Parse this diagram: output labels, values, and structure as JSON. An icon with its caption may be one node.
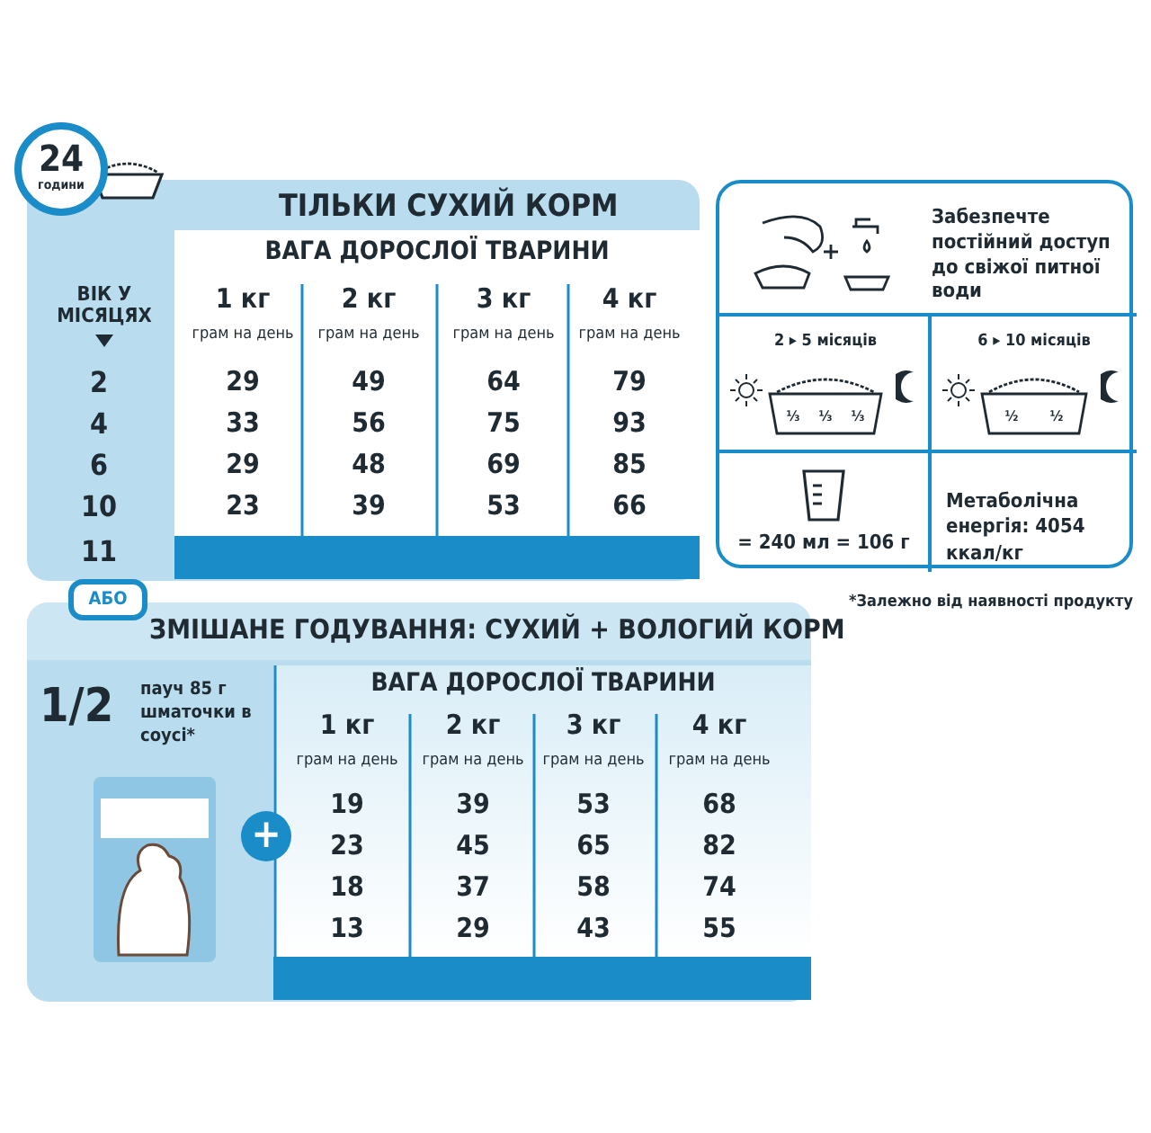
{
  "diagram": {
    "nodes": [
      {
        "text": [
          "24",
          "години"
        ]
      },
      {
        "text": [
          "ТІЛЬКИ СУХИЙ КОРМ"
        ]
      },
      {
        "text": [],
        "shape": "bar",
        "in": 1
      },
      {
        "text": [],
        "shape": "box"
      },
      {
        "text": [
          "Забезпечте постійний доступ до свіжої питної води"
        ],
        "in": 3
      },
      {
        "text": [
          "2 ▸ 5 місяців",
          "⅓",
          "⅓",
          "⅓"
        ],
        "in": 3
      },
      {
        "text": [
          "6 ▸ 10 місяців",
          "½",
          "½"
        ],
        "in": 3
      },
      {
        "text": [
          "= 240 мл = 106 г"
        ],
        "in": 3
      },
      {
        "text": [
          "Метаболічна енергія: 4054 ккал/кг"
        ],
        "in": 3
      },
      {
        "text": [
          "АБО"
        ]
      },
      {
        "text": [
          "ЗМІШАНЕ ГОДУВАННЯ: СУХИЙ + ВОЛОГИЙ КОРМ"
        ]
      },
      {
        "text": [
          "1/2",
          "пауч 85 г шматочки в соусі*"
        ],
        "in": 10
      },
      {
        "text": [],
        "shape": "picture",
        "in": 10
      },
      {
        "text": [
          "+"
        ],
        "in": 10
      },
      {
        "text": [],
        "shape": "bar",
        "in": 10
      }
    ],
    "labels": [
      "ВАГА ДОРОСЛОЇ ТВАРИНИ",
      "ВІК У МІСЯЦЯХ",
      "1 кг",
      "2 кг",
      "3 кг",
      "4 кг",
      "грам на день",
      "грам на день",
      "грам на день",
      "грам на день",
      "2",
      "29",
      "49",
      "64",
      "79",
      "4",
      "33",
      "56",
      "75",
      "93",
      "6",
      "29",
      "48",
      "69",
      "85",
      "10",
      "23",
      "39",
      "53",
      "66",
      "11",
      "ВАГА ДОРОСЛОЇ ТВАРИНИ",
      "1 кг",
      "2 кг",
      "3 кг",
      "4 кг",
      "грам на день",
      "грам на день",
      "грам на день",
      "грам на день",
      "19",
      "39",
      "53",
      "68",
      "23",
      "45",
      "65",
      "82",
      "18",
      "37",
      "58",
      "74",
      "13",
      "29",
      "43",
      "55",
      "*Залежно від наявності продукту"
    ]
  }
}
